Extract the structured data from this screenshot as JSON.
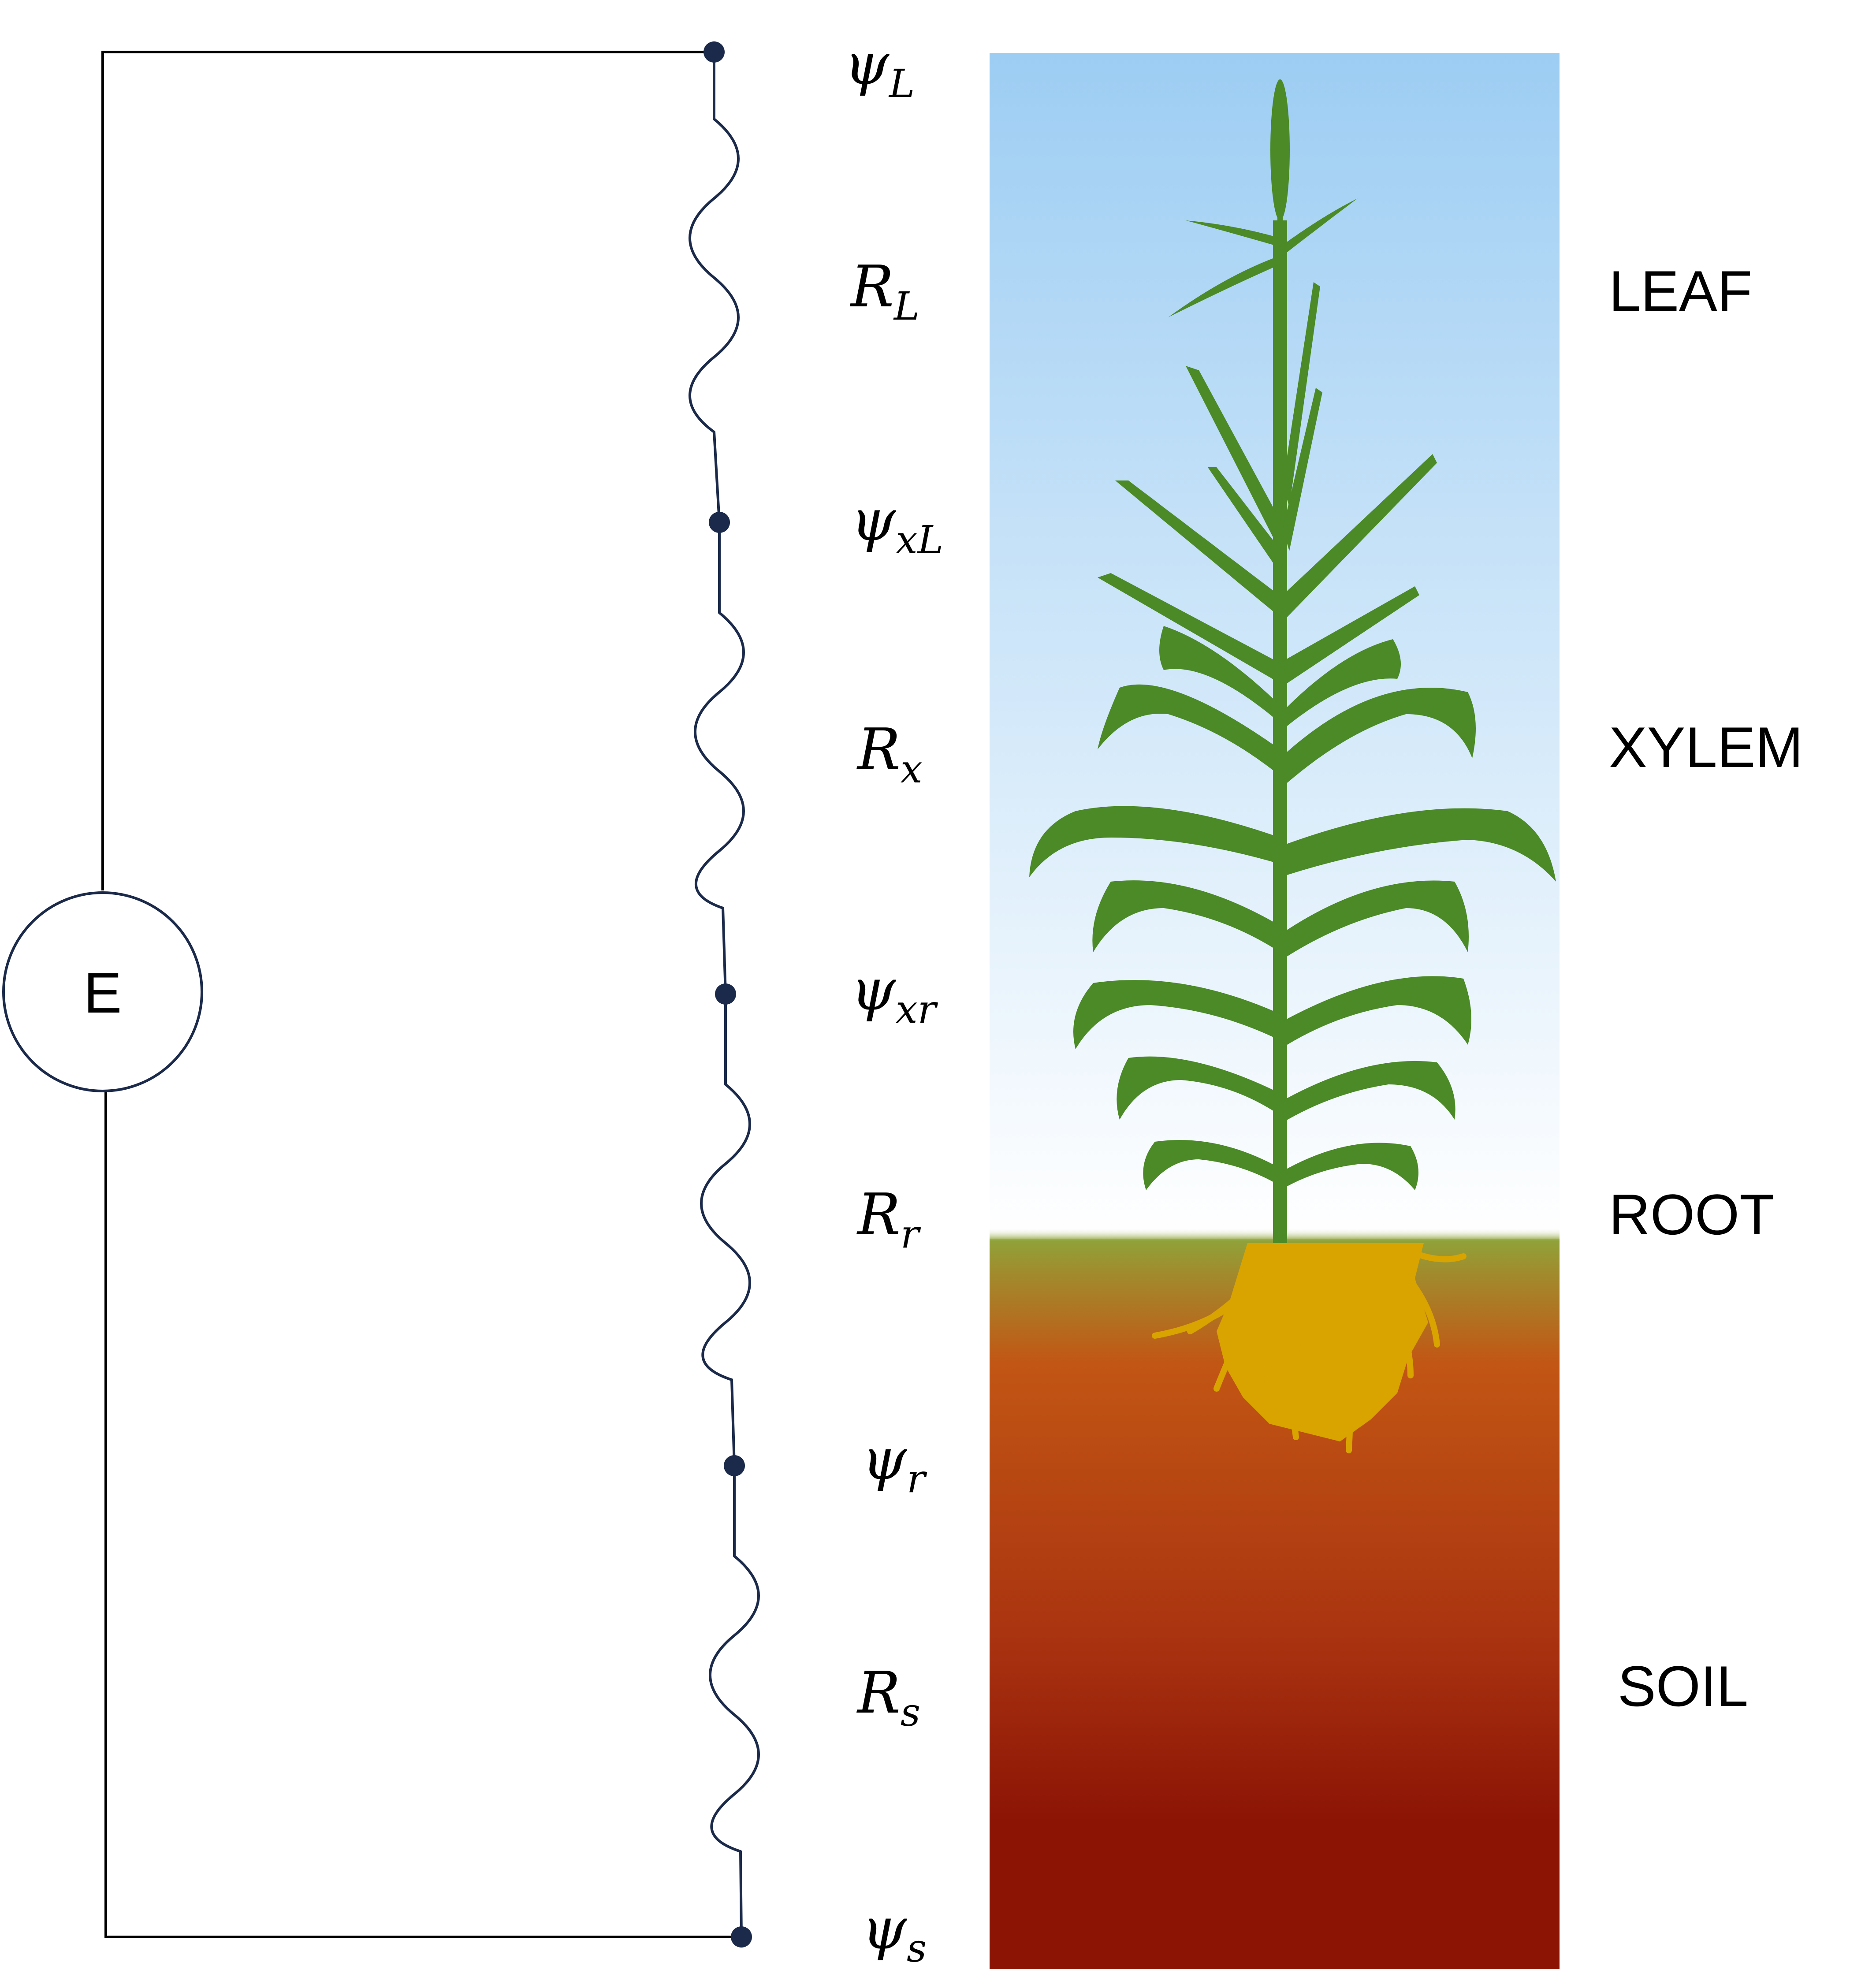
{
  "source": {
    "label": "E"
  },
  "nodes": [
    {
      "base": "ψ",
      "sub": "L"
    },
    {
      "base": "ψ",
      "sub": "xL"
    },
    {
      "base": "ψ",
      "sub": "xr"
    },
    {
      "base": "ψ",
      "sub": "r"
    },
    {
      "base": "ψ",
      "sub": "s"
    }
  ],
  "resistors": [
    {
      "base": "R",
      "sub": "L"
    },
    {
      "base": "R",
      "sub": "x"
    },
    {
      "base": "R",
      "sub": "r"
    },
    {
      "base": "R",
      "sub": "s"
    }
  ],
  "zones": [
    "LEAF",
    "XYLEM",
    "ROOT",
    "SOIL"
  ],
  "colors": {
    "wire": "#000000",
    "resistor": "#1b2a4a",
    "node": "#1b2a4a",
    "sky_top": "#9dcdf3",
    "sky_bottom": "#ffffff",
    "soil_surface": "#8fa33a",
    "soil_mid": "#c25614",
    "soil_bottom": "#8b1405",
    "plant": "#4b8a26",
    "roots": "#d9a300"
  }
}
